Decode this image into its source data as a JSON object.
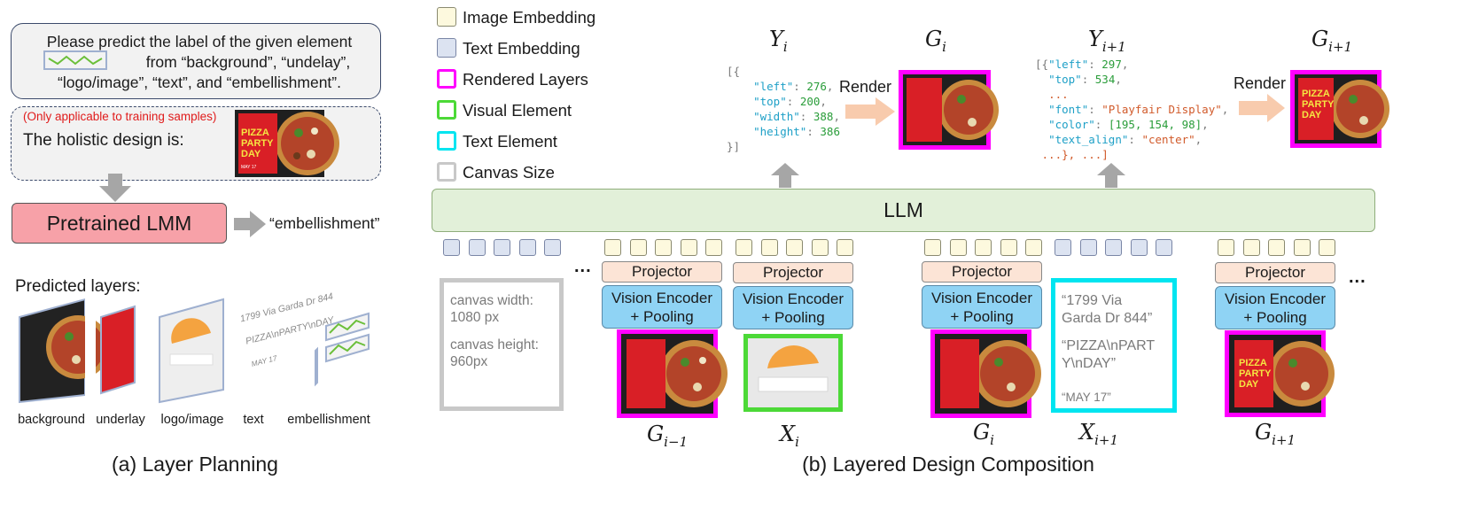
{
  "panel_a": {
    "prompt_line1": "Please predict the label of the given element",
    "prompt_line2": "from “background”, “undelay”,",
    "prompt_line3": "“logo/image”, “text”, and “embellishment”.",
    "training_note": "(Only applicable to training samples)",
    "holistic": "The holistic design is:",
    "lmm": "Pretrained LMM",
    "output": "“embellishment”",
    "predicted_title": "Predicted layers:",
    "layers": [
      "background",
      "underlay",
      "logo/image",
      "text",
      "embellishment"
    ],
    "text_layer_lines": [
      "1799 Via Garda Dr 844",
      "PIZZA\\nPARTY\\nDAY",
      "MAY 17"
    ],
    "caption": "(a) Layer Planning"
  },
  "poster": {
    "title_lines": [
      "PIZZA",
      "PARTY",
      "DAY"
    ],
    "date": "MAY 17"
  },
  "legend": [
    {
      "label": "Image Embedding",
      "color": "#fdf9de",
      "border": "#8a8a70"
    },
    {
      "label": "Text Embedding",
      "color": "#dce3f1",
      "border": "#7a86a6"
    },
    {
      "label": "Rendered Layers",
      "color": "#ffffff",
      "border": "#ff00ff"
    },
    {
      "label": "Visual Element",
      "color": "#ffffff",
      "border": "#4cd937"
    },
    {
      "label": "Text Element",
      "color": "#ffffff",
      "border": "#00e5f0"
    },
    {
      "label": "Canvas Size",
      "color": "#ffffff",
      "border": "#c8c8c8"
    }
  ],
  "panel_b": {
    "y_i": "Y",
    "y_i_sub": "i",
    "g_i": "G",
    "g_i_sub": "i",
    "y_i1": "Y",
    "y_i1_sub": "i+1",
    "g_i1": "G",
    "g_i1_sub": "i+1",
    "render": "Render",
    "llm": "LLM",
    "projector": "Projector",
    "vision_encoder_line1": "Vision Encoder",
    "vision_encoder_line2": "+ Pooling",
    "ellipsis": "...",
    "canvas_width": "canvas width:",
    "canvas_width_val": "1080 px",
    "canvas_height": "canvas height:",
    "canvas_height_val": "960px",
    "text_el_1a": "“1799 Via",
    "text_el_1b": "Garda Dr 844”",
    "text_el_2a": "“PIZZA\\nPART",
    "text_el_2b": "Y\\nDAY”",
    "text_el_3": "“MAY 17”",
    "label_g_im1": "G",
    "label_g_im1_sub": "i−1",
    "label_x_i": "X",
    "label_x_i_sub": "i",
    "label_g_i": "G",
    "label_g_i_sub": "i",
    "label_x_i1": "X",
    "label_x_i1_sub": "i+1",
    "label_g_i1": "G",
    "label_g_i1_sub": "i+1",
    "caption": "(b) Layered Design Composition"
  },
  "code_yi": {
    "open": "[{",
    "k_left": "\"left\"",
    "v_left": "276",
    "k_top": "\"top\"",
    "v_top": "200",
    "k_width": "\"width\"",
    "v_width": "388",
    "k_height": "\"height\"",
    "v_height": "386",
    "close": "}]"
  },
  "code_yi1": {
    "open": "[{",
    "k_left": "\"left\"",
    "v_left": "297",
    "k_top": "\"top\"",
    "v_top": "534",
    "dots": "...",
    "k_font": "\"font\"",
    "v_font": "\"Playfair Display\"",
    "k_color": "\"color\"",
    "v_color": "[195, 154, 98]",
    "k_align": "\"text_align\"",
    "v_align": "\"center\"",
    "close": "...}, ...]"
  },
  "colors": {
    "rendered": "#ff00ff",
    "visual": "#4cd937",
    "text": "#00e5f0",
    "canvas": "#c8c8c8",
    "poster_red": "#d91f26"
  }
}
